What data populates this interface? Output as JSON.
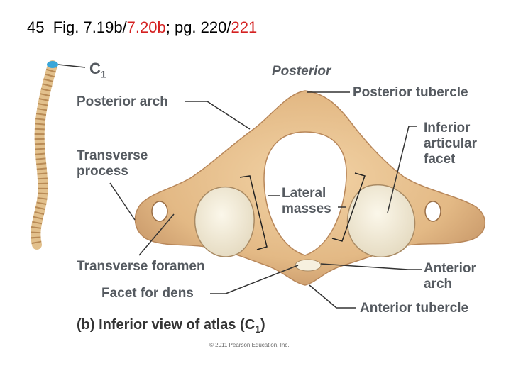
{
  "slide": {
    "number": "45",
    "fig_prefix": "Fig. 7.19b/",
    "fig_red": "7.20b",
    "pg_prefix": "; pg. 220/",
    "pg_red": "221"
  },
  "labels": {
    "c1_letter": "C",
    "c1_sub": "1",
    "posterior": "Posterior",
    "posterior_arch": "Posterior arch",
    "posterior_tubercle": "Posterior tubercle",
    "transverse_process_1": "Transverse",
    "transverse_process_2": "process",
    "inferior_articular_facet_1": "Inferior",
    "inferior_articular_facet_2": "articular",
    "inferior_articular_facet_3": "facet",
    "lateral_masses_1": "Lateral",
    "lateral_masses_2": "masses",
    "transverse_foramen": "Transverse foramen",
    "anterior_arch_1": "Anterior",
    "anterior_arch_2": "arch",
    "facet_for_dens": "Facet for dens",
    "anterior_tubercle": "Anterior tubercle"
  },
  "caption": {
    "text": "(b) Inferior view of atlas (C",
    "sub": "1",
    "close": ")"
  },
  "copyright": "© 2011 Pearson Education, Inc.",
  "colors": {
    "bone": "#e8c394",
    "bone_dark": "#c99a66",
    "facet": "#f6f0df",
    "label": "#555a60",
    "leader": "#333333",
    "accent_red": "#d42020",
    "c1_blue": "#3aa6d8"
  }
}
